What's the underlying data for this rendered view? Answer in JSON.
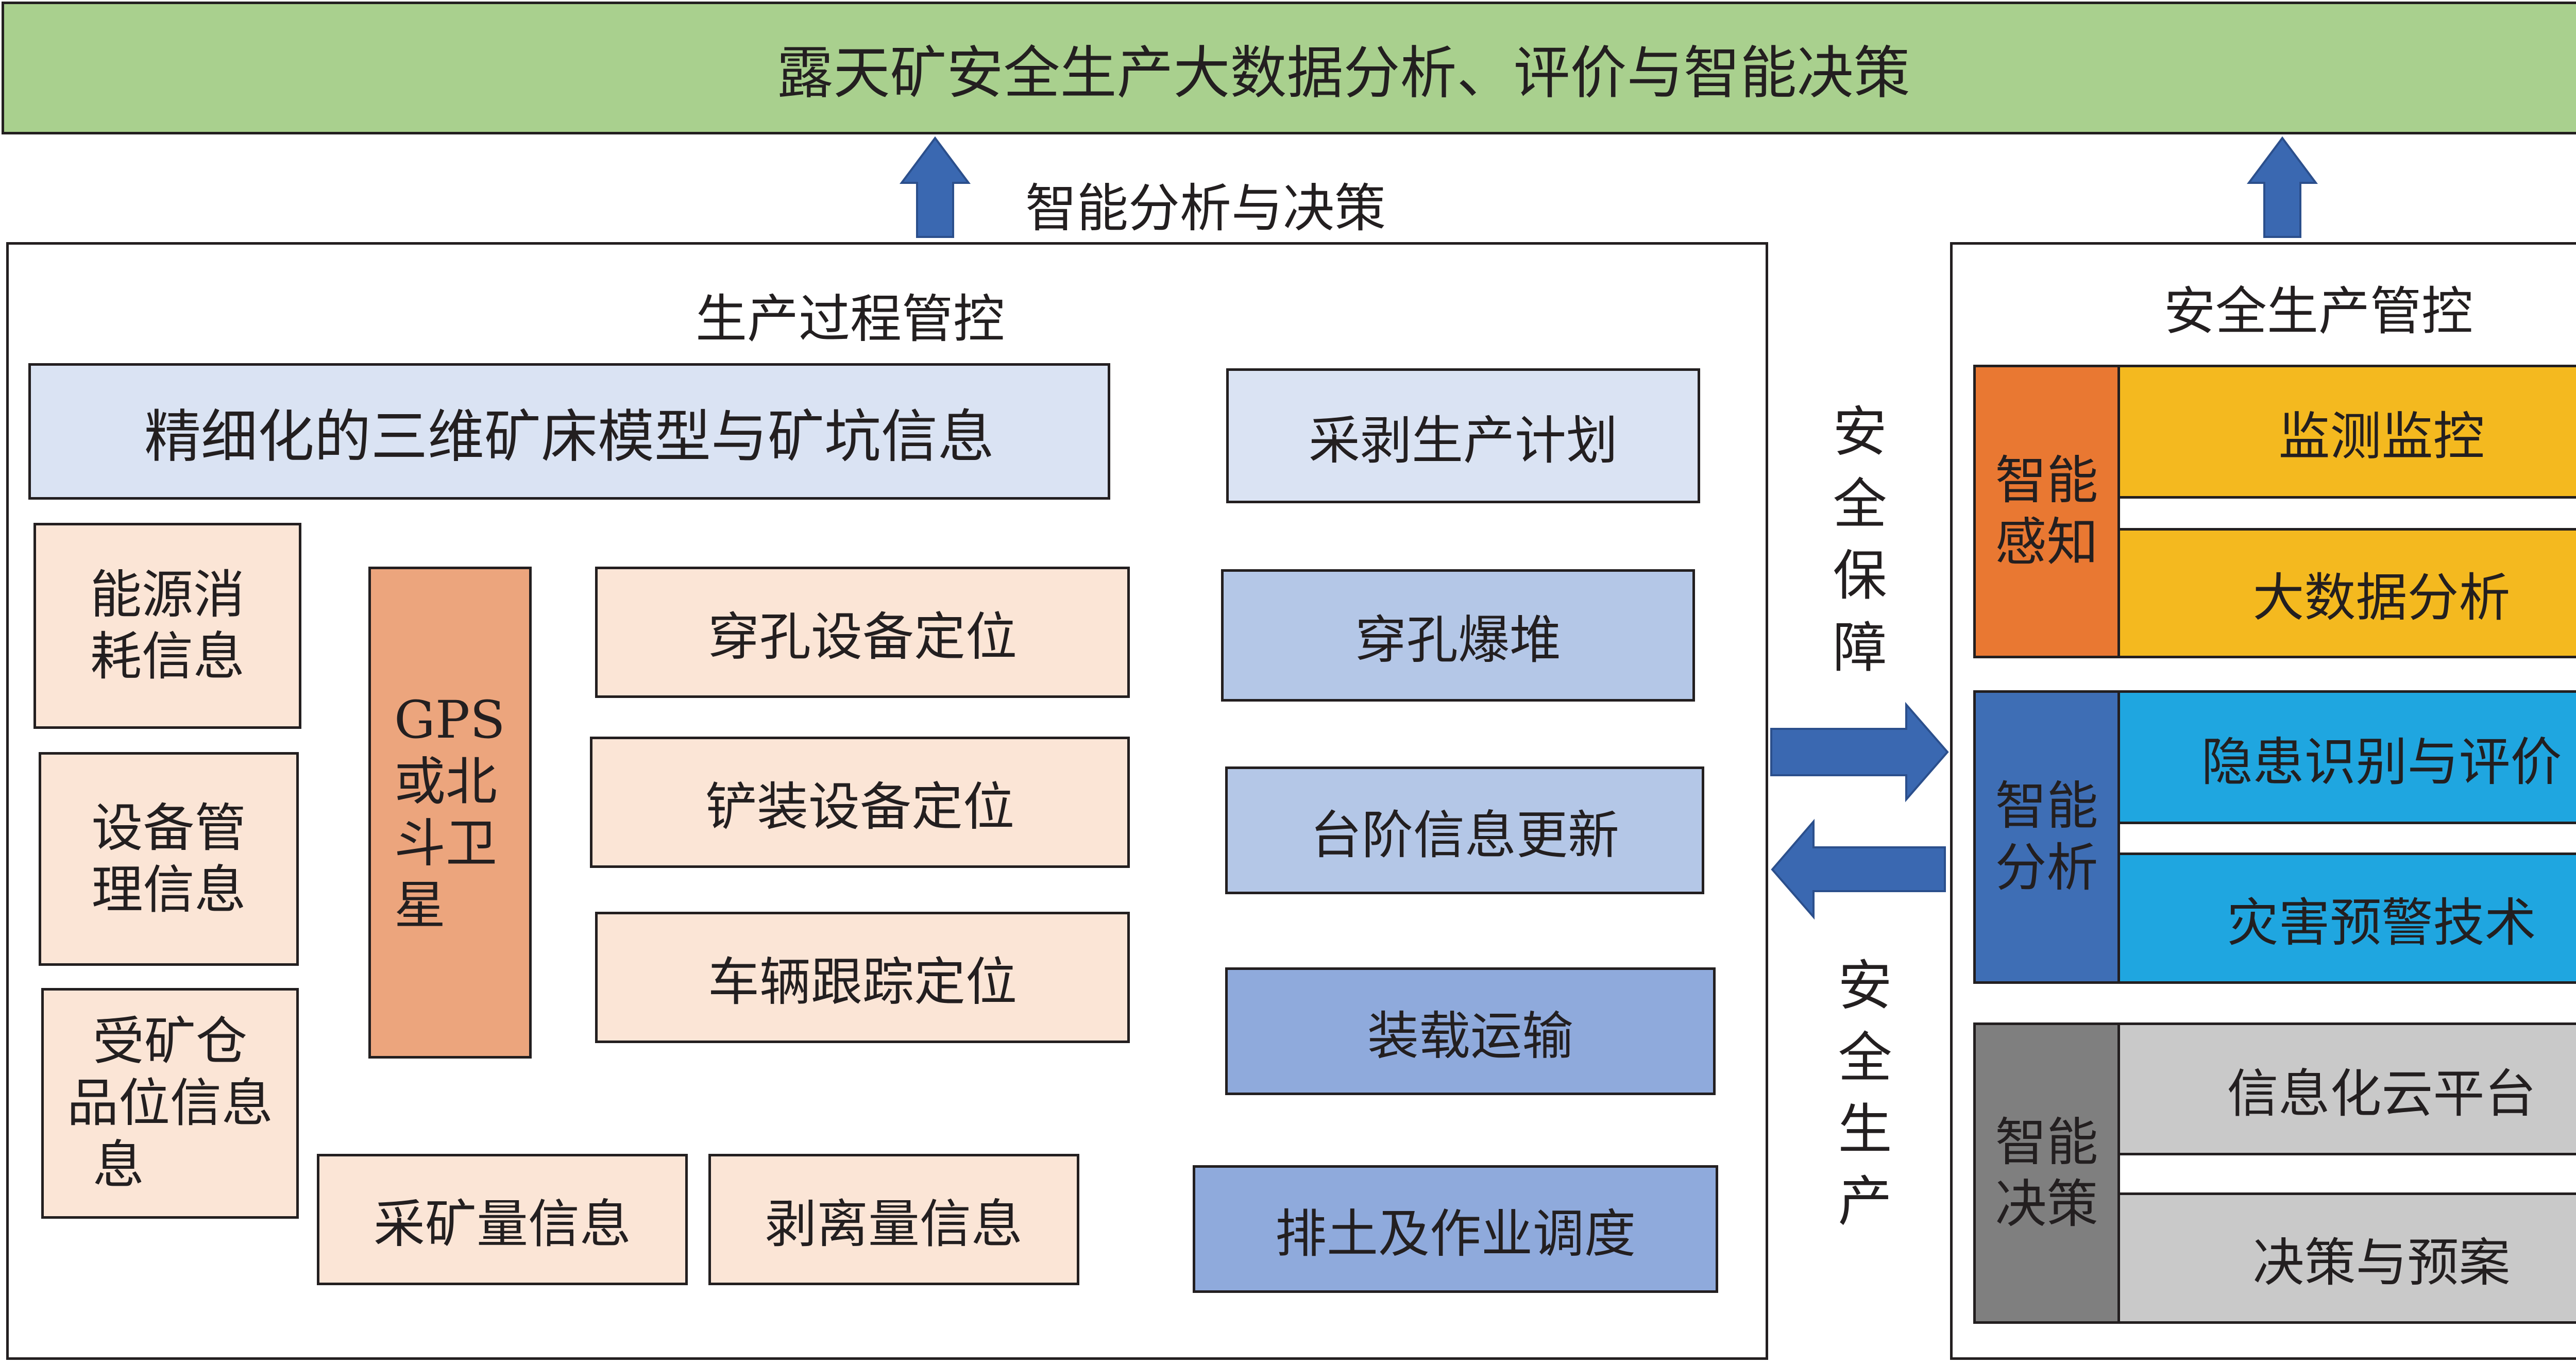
{
  "colors": {
    "title_bg": "#a9d08e",
    "info_blue": "#dae3f3",
    "peach": "#fbe5d6",
    "gps_orange": "#eca57d",
    "flow1": "#b4c7e7",
    "flow2": "#8faadc",
    "sense_orange": "#e97832",
    "sense_yellow": "#f4b91f",
    "analysis_blue": "#3e6eb5",
    "analysis_cyan": "#1fa6e0",
    "decision_gray": "#7f7f7f",
    "decision_light": "#c9c9c9",
    "arrow_blue": "#3a68b1"
  },
  "top_banner": {
    "title": "露天矿安全生产大数据分析、评价与智能决策"
  },
  "arrow_up_label": "智能分析与决策",
  "production": {
    "title": "生产过程管控",
    "model_info": "精细化的三维矿床模型与矿坑信息",
    "gps": [
      "GPS",
      "或北",
      "斗卫",
      "星"
    ],
    "energy": [
      "能源消",
      "耗信息"
    ],
    "equipment": [
      "设备管",
      "理信息"
    ],
    "silo": [
      "受矿仓",
      "品位信息",
      "息"
    ],
    "drill_pos": "穿孔设备定位",
    "shovel_pos": "铲装设备定位",
    "vehicle_track": "车辆跟踪定位",
    "ore_amount": "采矿量信息",
    "strip_amount": "剥离量信息",
    "flow": [
      "采剥生产计划",
      "穿孔爆堆",
      "台阶信息更新",
      "装载运输",
      "排土及作业调度"
    ]
  },
  "middle": {
    "safety_guarantee": [
      "安",
      "全",
      "保",
      "障"
    ],
    "safe_production": [
      "安",
      "全",
      "生",
      "产"
    ]
  },
  "safety": {
    "title": "安全生产管控",
    "sense": {
      "label": [
        "智能",
        "感知"
      ],
      "items": [
        "监测监控",
        "大数据分析"
      ]
    },
    "analysis": {
      "label": [
        "智能",
        "分析"
      ],
      "items": [
        "隐患识别与评价",
        "灾害预警技术"
      ]
    },
    "decision": {
      "label": [
        "智能",
        "决策"
      ],
      "items": [
        "信息化云平台",
        "决策与预案"
      ]
    }
  }
}
